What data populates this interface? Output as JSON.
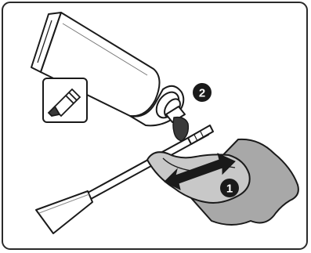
{
  "steps": [
    {
      "id": "wipe",
      "number": "1"
    },
    {
      "id": "apply-grease",
      "number": "2"
    }
  ],
  "colors": {
    "outline": "#1a1a1a",
    "tube_fill": "#ffffff",
    "cloth_fill": "#c8c8c8",
    "cloth_shade": "#a8a8a8",
    "grease": "#3a3a3a",
    "badge_fill": "#1a1a1a",
    "badge_text": "#ffffff"
  },
  "icons": {
    "inset": "tube-tip-icon",
    "tube": "grease-tube-icon",
    "cloth": "cloth-icon",
    "tool": "spatula-tool-icon",
    "arrow": "double-arrow-icon"
  }
}
